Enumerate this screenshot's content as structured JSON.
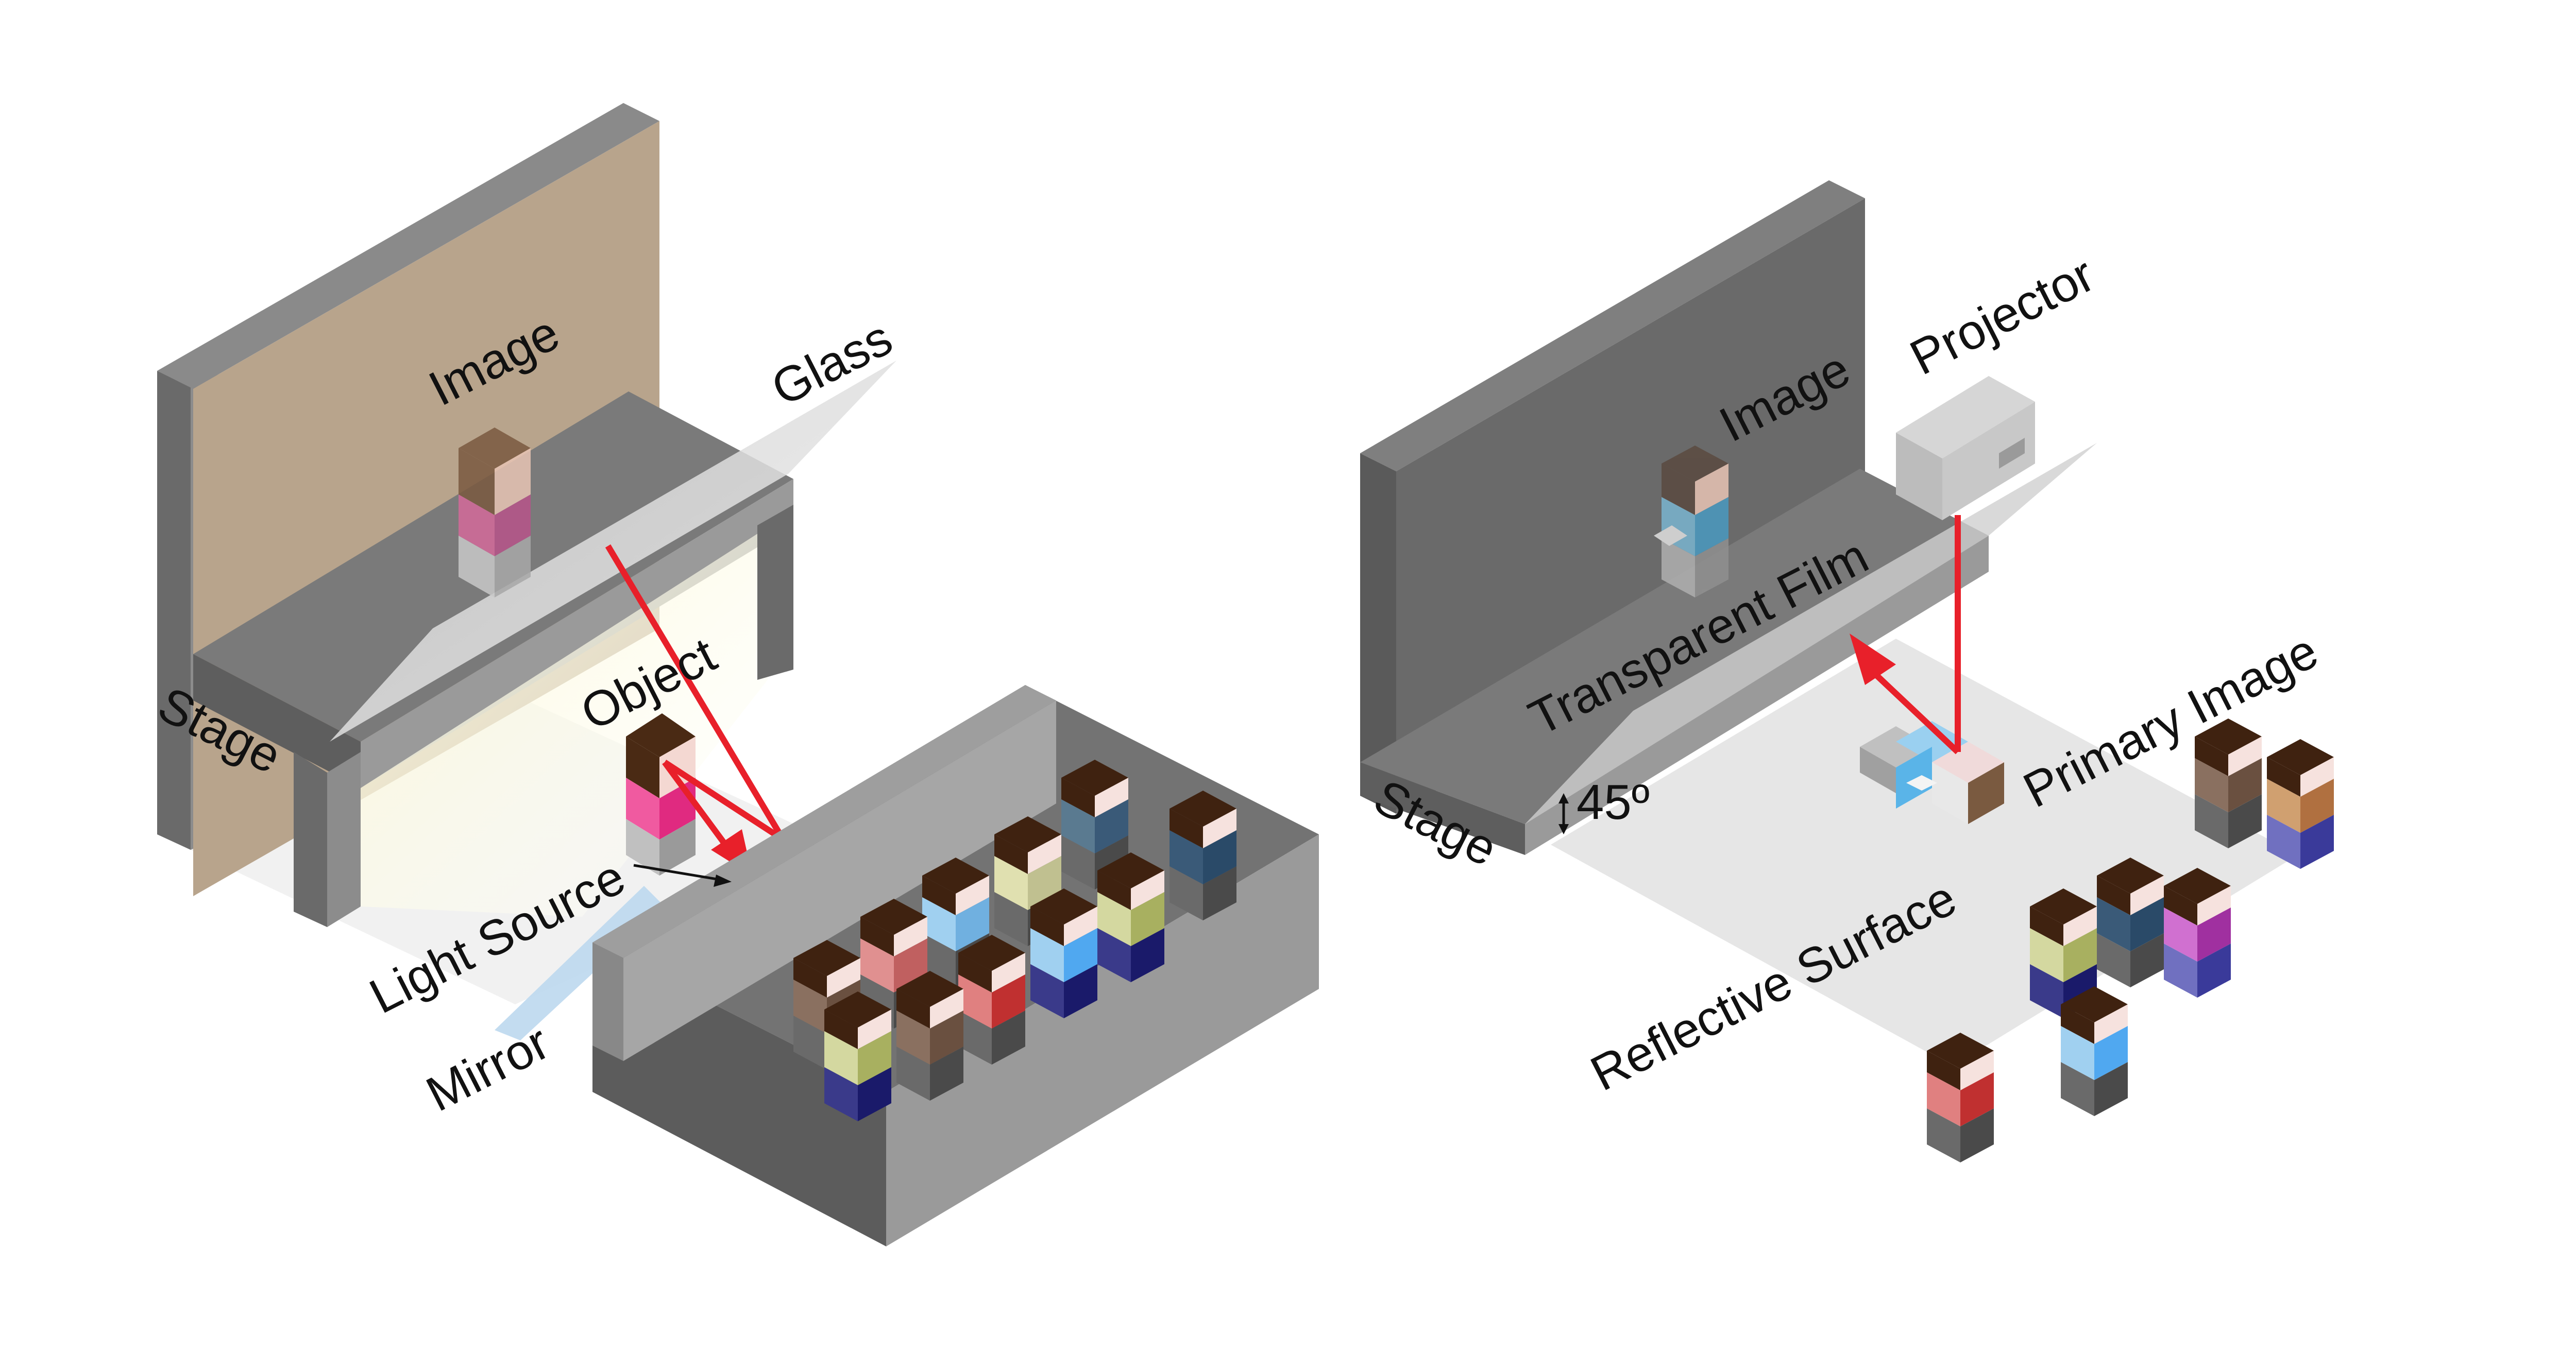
{
  "left_diagram": {
    "labels": {
      "image": "Image",
      "glass": "Glass",
      "stage": "Stage",
      "object": "Object",
      "light_source": "Light Source",
      "mirror": "Mirror"
    }
  },
  "right_diagram": {
    "labels": {
      "image": "Image",
      "projector": "Projector",
      "transparent_film": "Transparent Film",
      "primary_image": "Primary Image",
      "stage": "Stage",
      "angle": "45º",
      "reflective_surface": "Reflective Surface"
    }
  },
  "colors": {
    "ray": "#e8202a",
    "image_wall": "#b8a48c",
    "stage_light": "#a8a8a8",
    "stage_mid": "#7a7a7a",
    "stage_dark": "#5e5e5e",
    "light_cone": "#f7f4c8",
    "mirror": "#bcd8ee",
    "reflective_surface": "#e6e6e6"
  }
}
